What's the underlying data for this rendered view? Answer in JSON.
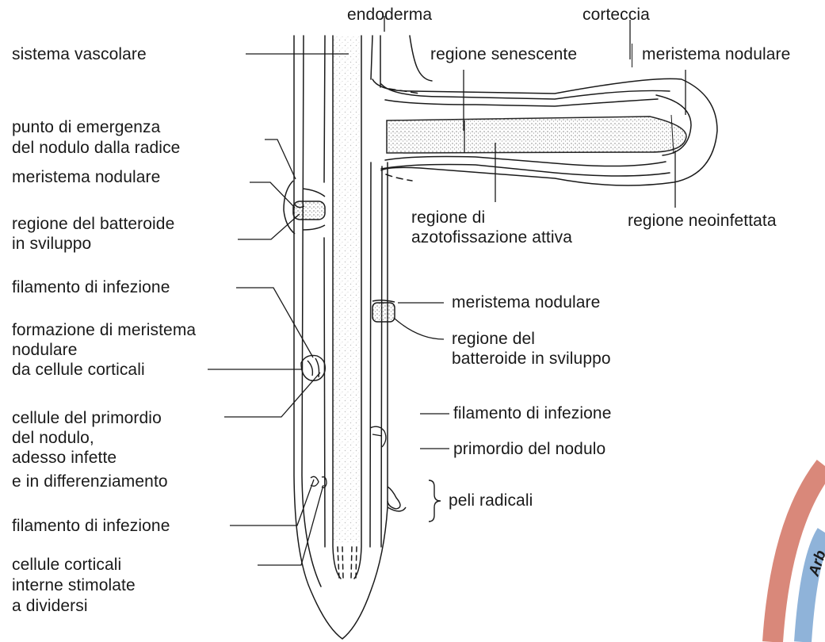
{
  "labels": {
    "endoderma": "endoderma",
    "corteccia": "corteccia",
    "sistema_vascolare": "sistema vascolare",
    "regione_senescente": "regione senescente",
    "meristema_nodulare_top": "meristema nodulare",
    "punto_emergenza_1": "punto di emergenza",
    "punto_emergenza_2": "del nodulo dalla radice",
    "meristema_nodulare_left": "meristema nodulare",
    "regione_batteroide_left_1": "regione del batteroide",
    "regione_batteroide_left_2": "in sviluppo",
    "regione_azoto_1": "regione di",
    "regione_azoto_2": "azotofissazione attiva",
    "regione_neoinfettata": "regione neoinfettata",
    "filamento_left_1": "filamento di infezione",
    "formazione_1": "formazione di meristema",
    "formazione_2": "nodulare",
    "formazione_3": "da cellule corticali",
    "meristema_nodulare_right": "meristema nodulare",
    "regione_batteroide_right_1": "regione del",
    "regione_batteroide_right_2": "batteroide in sviluppo",
    "cellule_primordio_1": "cellule del primordio",
    "cellule_primordio_2": "del nodulo,",
    "cellule_primordio_3": "adesso infette",
    "cellule_primordio_4": "e in differenziamento",
    "filamento_right": "filamento di infezione",
    "primordio_nodulo": "primordio del nodulo",
    "peli_radicali": "peli radicali",
    "filamento_left_2": "filamento di infezione",
    "cellule_corticali_1": "cellule corticali",
    "cellule_corticali_2": "interne stimolate",
    "cellule_corticali_3": "a dividersi"
  },
  "watermark": {
    "text": "Arb",
    "colors": {
      "outer_arc": "#d9887a",
      "inner_arc": "#8fb3d9"
    }
  },
  "colors": {
    "ink": "#1a1a1a",
    "stipple": "#8a8a8a",
    "background": "#ffffff"
  }
}
